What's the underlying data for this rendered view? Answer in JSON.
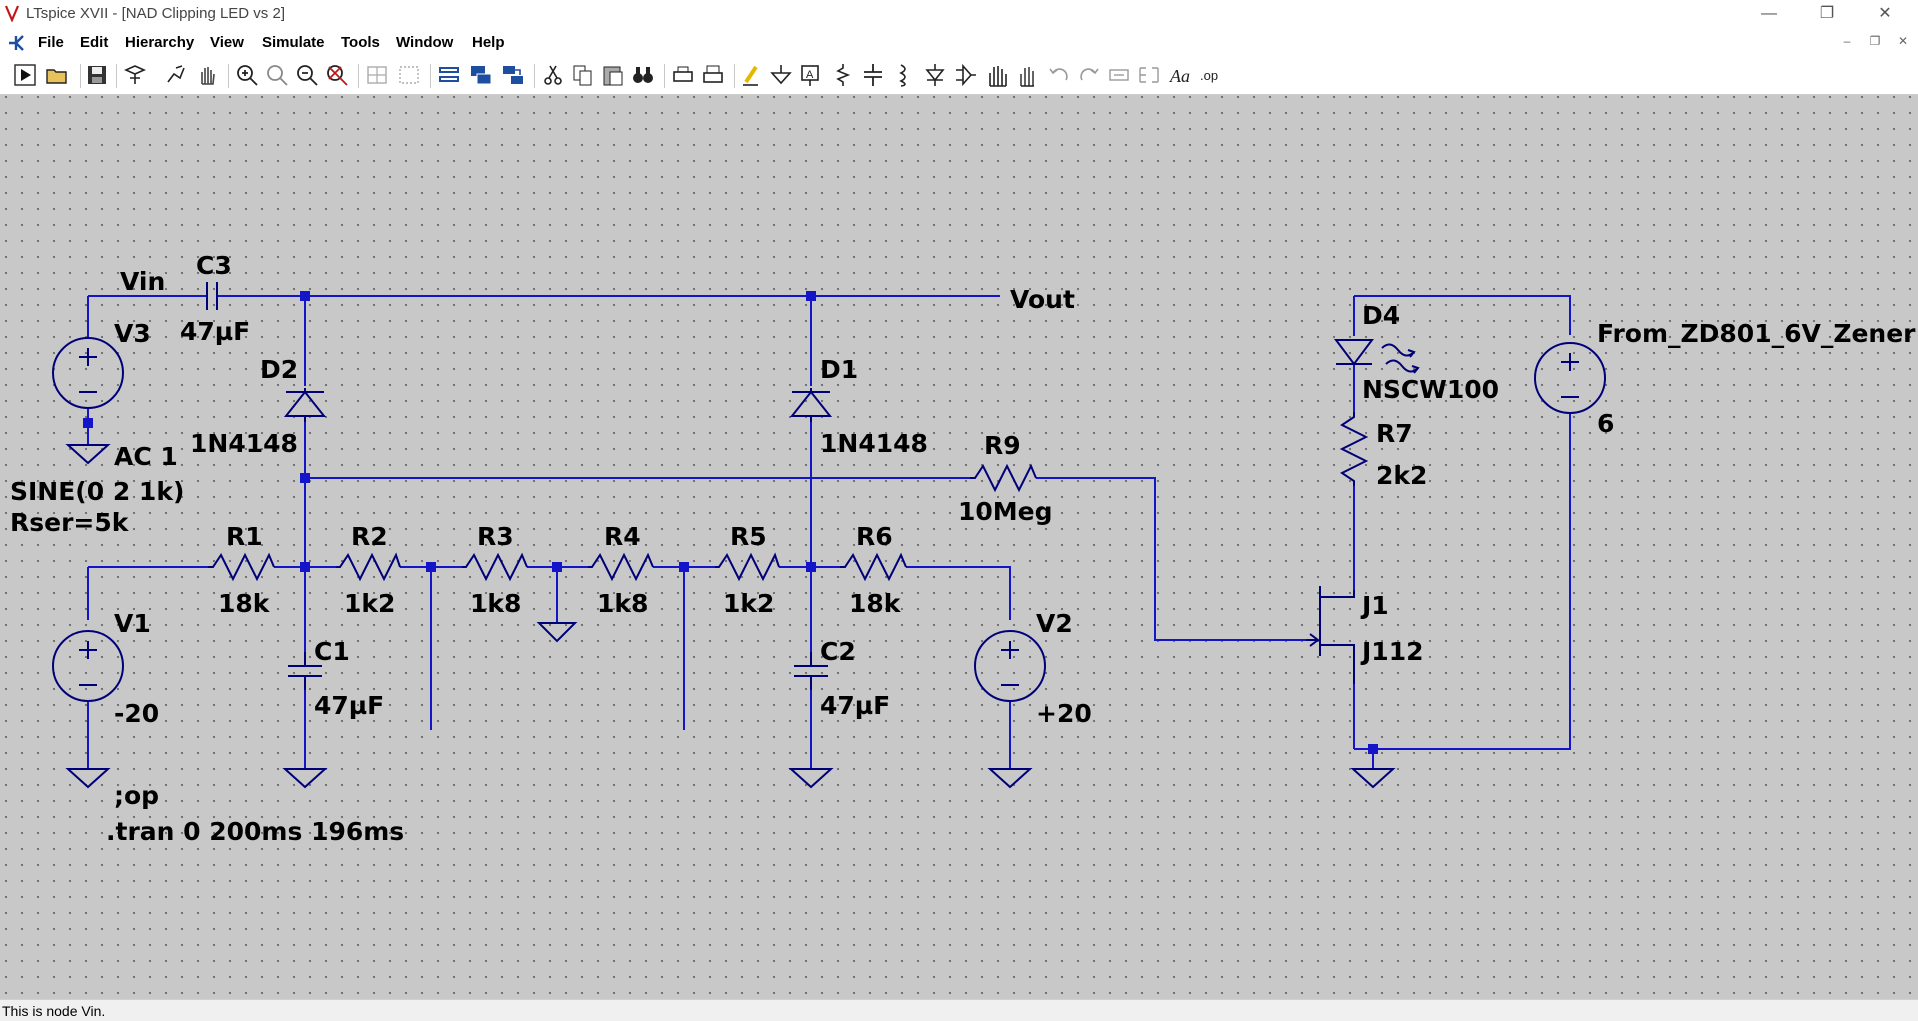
{
  "window": {
    "title": "LTspice XVII - [NAD Clipping LED vs 2]"
  },
  "menu": [
    "File",
    "Edit",
    "Hierarchy",
    "View",
    "Simulate",
    "Tools",
    "Window",
    "Help"
  ],
  "toolbar": [
    "run-icon",
    "open-icon",
    "save-icon",
    "control-panel-icon",
    "halt-icon",
    "pan-icon",
    "zoom-in-icon",
    "zoom-area-icon",
    "zoom-out-icon",
    "zoom-fit-icon",
    "autorange-icon",
    "erase-icon",
    "tile-icon",
    "cascade-icon",
    "arrange-icon",
    "cut-icon",
    "copy-icon",
    "paste-icon",
    "find-icon",
    "print-icon",
    "print-setup-icon",
    "draw-wire-icon",
    "ground-icon",
    "label-net-icon",
    "resistor-icon",
    "capacitor-icon",
    "inductor-icon",
    "diode-icon",
    "component-icon",
    "move-icon",
    "drag-icon",
    "undo-icon",
    "redo-icon",
    "rotate-icon",
    "mirror-icon",
    "text-icon",
    "spice-directive-icon"
  ],
  "schematic": {
    "labels": {
      "vin": "Vin",
      "vout": "Vout",
      "c3": "C3",
      "c3_val": "47µF",
      "v3": "V3",
      "v3_ac": "AC 1",
      "v3_sine": "SINE(0 2 1k)",
      "v3_rser": "Rser=5k",
      "d2": "D2",
      "d2_val": "1N4148",
      "d1": "D1",
      "d1_val": "1N4148",
      "r9": "R9",
      "r9_val": "10Meg",
      "r1": "R1",
      "r1_val": "18k",
      "r2": "R2",
      "r2_val": "1k2",
      "r3": "R3",
      "r3_val": "1k8",
      "r4": "R4",
      "r4_val": "1k8",
      "r5": "R5",
      "r5_val": "1k2",
      "r6": "R6",
      "r6_val": "18k",
      "c1": "C1",
      "c1_val": "47µF",
      "c2": "C2",
      "c2_val": "47µF",
      "v1": "V1",
      "v1_val": "-20",
      "v2": "V2",
      "v2_val": "+20",
      "d4": "D4",
      "d4_val": "NSCW100",
      "r7": "R7",
      "r7_val": "2k2",
      "j1": "J1",
      "j1_val": "J112",
      "src": "From_ZD801_6V_Zener",
      "src_val": "6",
      "op": ";op",
      "tran": ".tran 0 200ms 196ms"
    }
  },
  "status": "This is node Vin."
}
